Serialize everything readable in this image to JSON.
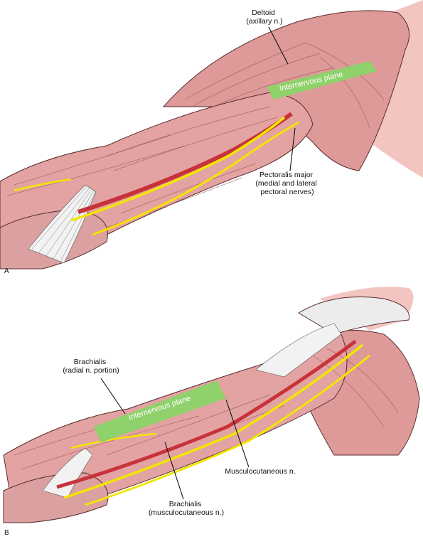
{
  "panels": [
    {
      "letter": "A",
      "labels": {
        "deltoid": [
          "Deltoid",
          "(axillary n.)"
        ],
        "pectoralis": [
          "Pectoralis major",
          "(medial and lateral",
          "pectoral nerves)"
        ]
      },
      "plane_label": "Internervous plane"
    },
    {
      "letter": "B",
      "labels": {
        "brachialis_radial": [
          "Brachialis",
          "(radial n. portion)"
        ],
        "musculocutaneous": [
          "Musculocutaneous n."
        ],
        "brachialis_musculo": [
          "Brachialis",
          "(musculocutaneous n.)"
        ]
      },
      "plane_label": "Internervous plane"
    }
  ],
  "colors": {
    "muscle": "#e3a3a2",
    "muscle_dark": "#cf8a8a",
    "skin": "#f3c5c1",
    "nerve": "#f2e600",
    "artery": "#c8323a",
    "plane": "#8fd16a",
    "tendon": "#f2f2f2"
  }
}
